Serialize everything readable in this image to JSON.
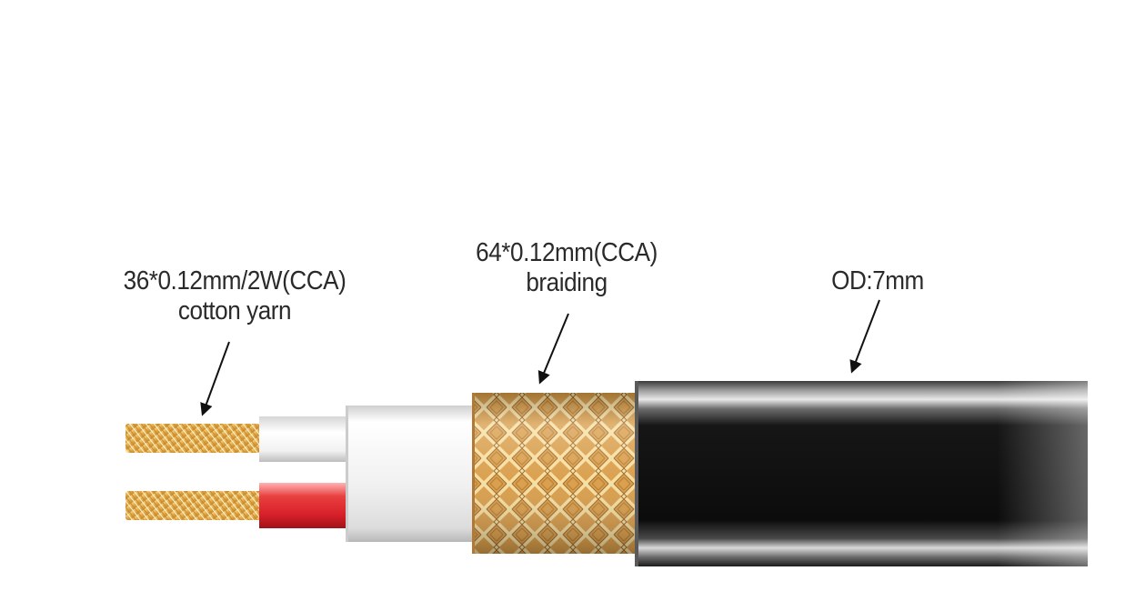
{
  "labels": {
    "conductor": {
      "line1": "36*0.12mm/2W(CCA)",
      "line2": "cotton yarn"
    },
    "braid": {
      "line1": "64*0.12mm(CCA)",
      "line2": "braiding"
    },
    "jacket": {
      "line1": "OD:7mm"
    }
  },
  "colors": {
    "copper": "#e0a84a",
    "red_insulation": "#d8202a",
    "jacket": "#121212",
    "white_insulation": "#efefef"
  }
}
